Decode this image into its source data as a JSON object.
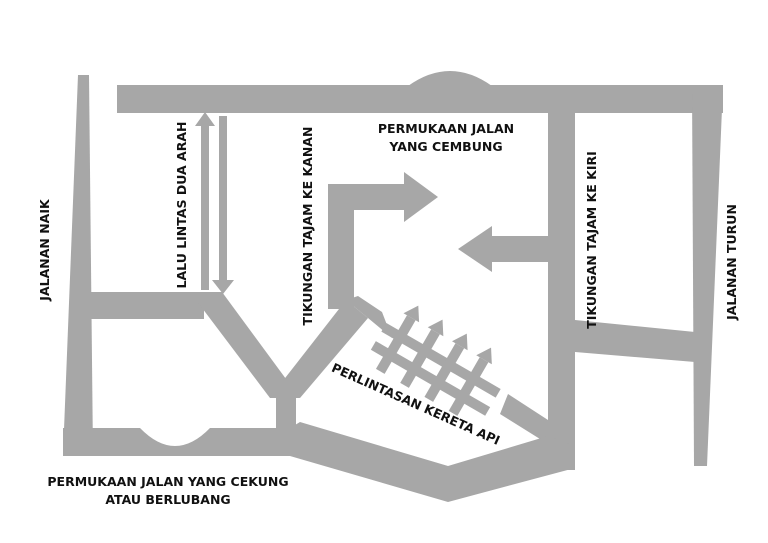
{
  "labels": {
    "uphill": "JALANAN NAIK",
    "two_way": "LALU LINTAS DUA ARAH",
    "sharp_right": "TIKUNGAN TAJAM KE KANAN",
    "convex_line1": "PERMUKAAN JALAN",
    "convex_line2": "YANG CEMBUNG",
    "sharp_left": "TIKUNGAN TAJAM KE KIRI",
    "downhill": "JALANAN TURUN",
    "railway": "PERLINTASAN KERETA API",
    "concave_line1": "PERMUKAAN JALAN YANG CEKUNG",
    "concave_line2": "ATAU BERLUBANG"
  },
  "colors": {
    "road": "#a7a7a7",
    "text": "#111111",
    "background": "#ffffff"
  }
}
